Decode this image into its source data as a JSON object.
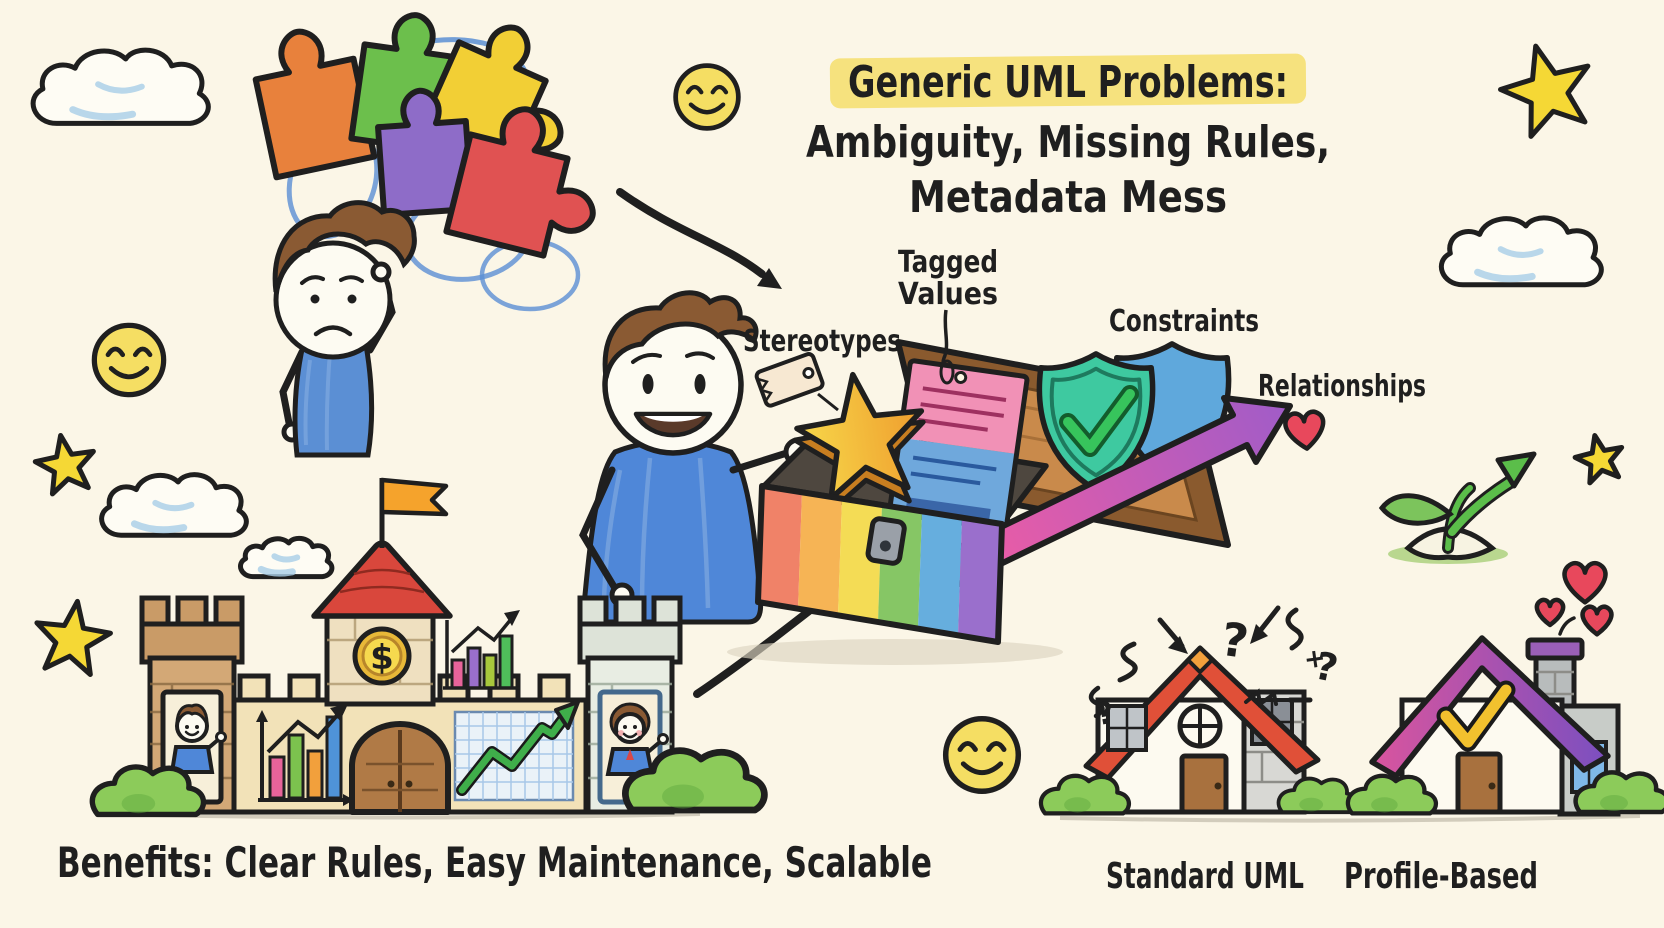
{
  "title": {
    "line1": "Generic UML Problems:",
    "line2": "Ambiguity, Missing Rules,",
    "line3": "Metadata Mess"
  },
  "toolbox": {
    "labels": {
      "stereotypes": "Stereotypes",
      "tagged_values_1": "Tagged",
      "tagged_values_2": "Values",
      "constraints": "Constraints",
      "relationships": "Relationships"
    }
  },
  "castle": {
    "caption": "Benefits: Clear Rules, Easy Maintenance, Scalable",
    "coin_symbol": "$"
  },
  "houses": {
    "standard": {
      "label": "Standard UML",
      "marks": [
        "?",
        "?",
        "+",
        "?"
      ]
    },
    "profile": {
      "label": "Profile-Based"
    }
  },
  "decorations": [
    "cloud",
    "star",
    "smiley",
    "heart",
    "growth-sprout-arrow",
    "puzzle-pieces"
  ],
  "colors": {
    "background": "#FBF6E7",
    "ink": "#1f1f1f",
    "highlight": "#F6E27E",
    "toolbox_bands": [
      "#F08268",
      "#F6B455",
      "#F4DC55",
      "#86C665",
      "#66AEDE",
      "#9A6FCC"
    ],
    "star_gold": "#F2B93C",
    "note_pink": "#F191B6",
    "note_blue": "#6FA8DC",
    "shield_green": "#3EC9A0",
    "shield_blue": "#5FA8DC",
    "relationship_arrow": [
      "#F25CA2",
      "#A05CC8"
    ],
    "heart_red": "#E8485C",
    "growth_green": "#5BBE4A",
    "castle_roof_red": "#D9473C",
    "flag_orange": "#F5A32C",
    "coin_gold": "#E8B838",
    "house_roof_red": "#E05038",
    "house_roof_purple": [
      "#D9559E",
      "#7B4FC0"
    ],
    "check_yellow": "#F2C12E",
    "shirt_blue": "#4F87D8",
    "smiley_yellow": "#F5DE63",
    "puzzle": [
      "#E8813C",
      "#6CBF4C",
      "#F2CF35",
      "#8E6CC8",
      "#E05252"
    ]
  }
}
